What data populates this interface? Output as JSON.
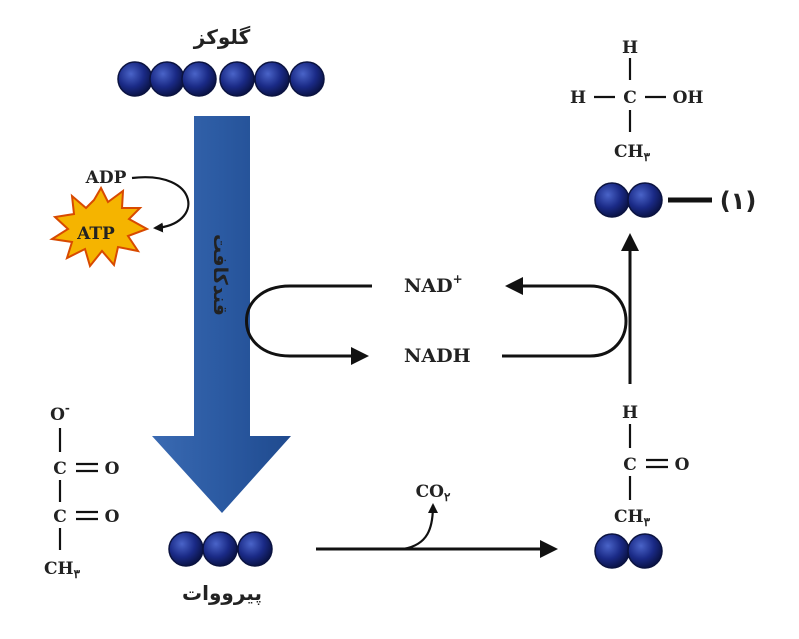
{
  "glucose_label": "گلوکز",
  "pyruvate_label": "پیرووات",
  "glycolysis_label": "قندکافت",
  "adp_label": "ADP",
  "atp_label": "ATP",
  "nad_label": "NAD",
  "nad_sup": "+",
  "nadh_label": "NADH",
  "co2_label": "CO",
  "co2_sub": "۲",
  "marker_label": "(۱)",
  "pyruvate_structure": {
    "top": "O",
    "top_charge": "-",
    "c1": "C",
    "c2": "C",
    "o1": "O",
    "o2": "O",
    "bottom": "CH",
    "bottom_sub": "۳"
  },
  "acetaldehyde_structure": {
    "h": "H",
    "c": "C",
    "o": "O",
    "bottom": "CH",
    "bottom_sub": "۳"
  },
  "ethanol_structure": {
    "h_top": "H",
    "h_left": "H",
    "c": "C",
    "oh": "OH",
    "bottom": "CH",
    "bottom_sub": "۳"
  },
  "colors": {
    "arrow_blue": "#2a5aa0",
    "bead_dark": "#0d1a5e",
    "bead_light": "#3850b8",
    "burst_fill": "#f5b400",
    "burst_stroke": "#d84a00"
  }
}
